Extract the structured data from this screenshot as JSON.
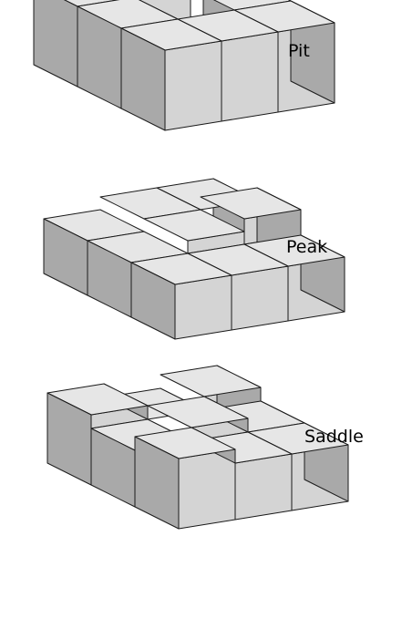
{
  "figure": {
    "panels": [
      {
        "label": "Pit",
        "heights": [
          [
            1,
            1,
            1
          ],
          [
            1,
            0,
            1
          ],
          [
            1,
            1,
            1
          ]
        ]
      },
      {
        "label": "Peak",
        "heights": [
          [
            1,
            2,
            2
          ],
          [
            1,
            2,
            3
          ],
          [
            1,
            1,
            1
          ]
        ]
      },
      {
        "label": "Saddle",
        "heights": [
          [
            2,
            1,
            2
          ],
          [
            1,
            2,
            1
          ],
          [
            2,
            1,
            1
          ]
        ]
      }
    ],
    "colors": {
      "top": "#e6e6e6",
      "front": "#d4d4d4",
      "side": "#a9a9a9",
      "edge": "#1a1a1a"
    }
  }
}
